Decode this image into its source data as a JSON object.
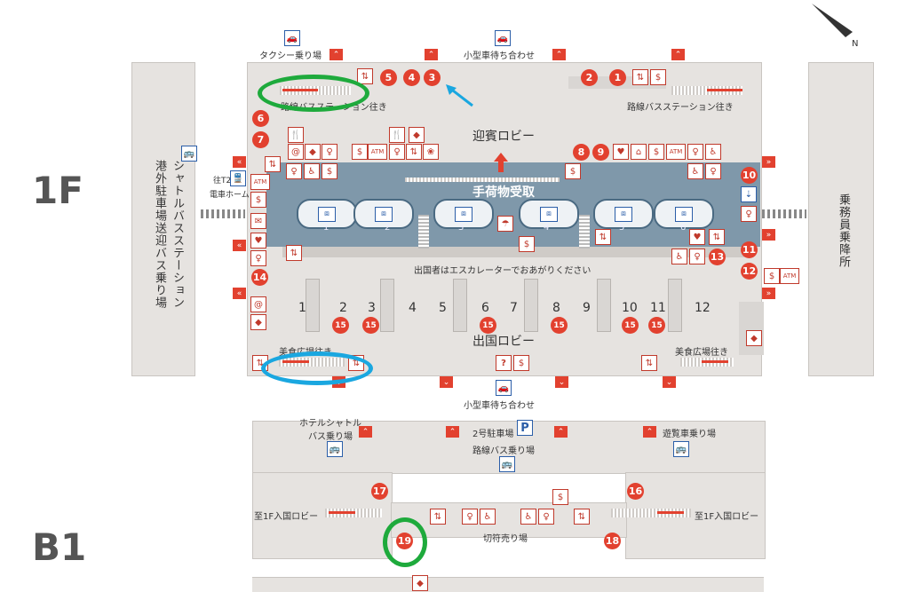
{
  "floors": {
    "f1": "1F",
    "b1": "B1"
  },
  "compass": {
    "north": "N"
  },
  "f1": {
    "top_labels": {
      "taxi": "タクシー乗り場",
      "pickup_top": "小型車待ち合わせ"
    },
    "bus_left": "路線バスステーション往き",
    "bus_right": "路線バスステーション往き",
    "arrivals_lobby": "迎賓ロビー",
    "baggage_claim": "手荷物受取",
    "carousels": [
      "1",
      "2",
      "3",
      "4",
      "5",
      "6"
    ],
    "escalator_note": "出国者はエスカレーターでおあがりください",
    "counters": [
      "1",
      "2",
      "3",
      "4",
      "5",
      "6",
      "7",
      "8",
      "9",
      "10",
      "11",
      "12"
    ],
    "departure_lobby": "出国ロビー",
    "food_left": "美食広場往き",
    "food_right": "美食広場往き",
    "pickup_bottom": "小型車待ち合わせ",
    "t2_left": "往T2",
    "t2_train": "電車ホーム",
    "left_station": "港外駐車場送迎バス乗り場",
    "shuttle_station": "シャトルバスステーション",
    "crew_gate": "乗務員乗降所",
    "atm": "ATM"
  },
  "b1": {
    "hotel_shuttle": "ホテルシャトルバス乗り場",
    "parking": "2号駐車場",
    "parking_sign": "P",
    "route_bus": "路線バス乗り場",
    "tour_bus": "遊覧車乗り場",
    "to_entry_left": "至1F入国ロビー",
    "to_entry_right": "至1F入国ロビー",
    "ticket": "切符売り場"
  },
  "markers": [
    "1",
    "2",
    "3",
    "4",
    "5",
    "6",
    "7",
    "8",
    "9",
    "10",
    "11",
    "12",
    "13",
    "14",
    "15",
    "16",
    "17",
    "18",
    "19"
  ],
  "icons": {
    "car": "car-icon",
    "bus": "bus-icon",
    "escalator_up": "escalator-up-icon",
    "restroom": "restroom-icon",
    "elevator": "elevator-icon",
    "restaurant": "restaurant-icon",
    "atm": "atm-icon",
    "info": "information-icon",
    "exchange": "currency-exchange-icon"
  },
  "annotations": {
    "green_ellipse": "highlight-left-bus-escalator",
    "blue_ellipse": "highlight-food-escalator",
    "green_circle": "highlight-marker-19"
  },
  "colors": {
    "accent": "#e2412f",
    "hall": "#7f98aa",
    "building": "#e6e3e0",
    "green": "#1eaa3c",
    "blue": "#1aa7e0"
  }
}
